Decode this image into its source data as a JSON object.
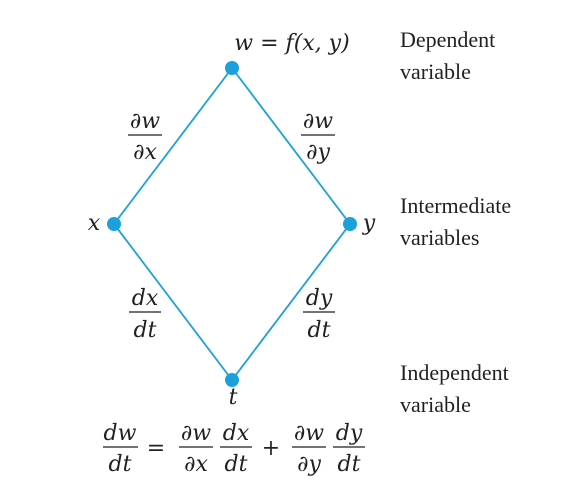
{
  "diagram": {
    "top_node": {
      "label": "w = f(x, y)"
    },
    "left_node": {
      "label": "x"
    },
    "right_node": {
      "label": "y"
    },
    "bottom_node": {
      "label": "t"
    },
    "edges": {
      "top_left": {
        "num": "∂w",
        "den": "∂x"
      },
      "top_right": {
        "num": "∂w",
        "den": "∂y"
      },
      "bottom_left": {
        "num": "dx",
        "den": "dt"
      },
      "bottom_right": {
        "num": "dy",
        "den": "dt"
      }
    },
    "side_labels": {
      "dependent": [
        "Dependent",
        "variable"
      ],
      "intermediate": [
        "Intermediate",
        "variables"
      ],
      "independent": [
        "Independent",
        "variable"
      ]
    },
    "formula": {
      "lhs": {
        "num": "dw",
        "den": "dt"
      },
      "equals": "=",
      "term1_a": {
        "num": "∂w",
        "den": "∂x"
      },
      "term1_b": {
        "num": "dx",
        "den": "dt"
      },
      "plus": "+",
      "term2_a": {
        "num": "∂w",
        "den": "∂y"
      },
      "term2_b": {
        "num": "dy",
        "den": "dt"
      }
    },
    "colors": {
      "edge": "#1ba0dc",
      "node": "#1ba0dc",
      "text": "#231f20"
    }
  }
}
